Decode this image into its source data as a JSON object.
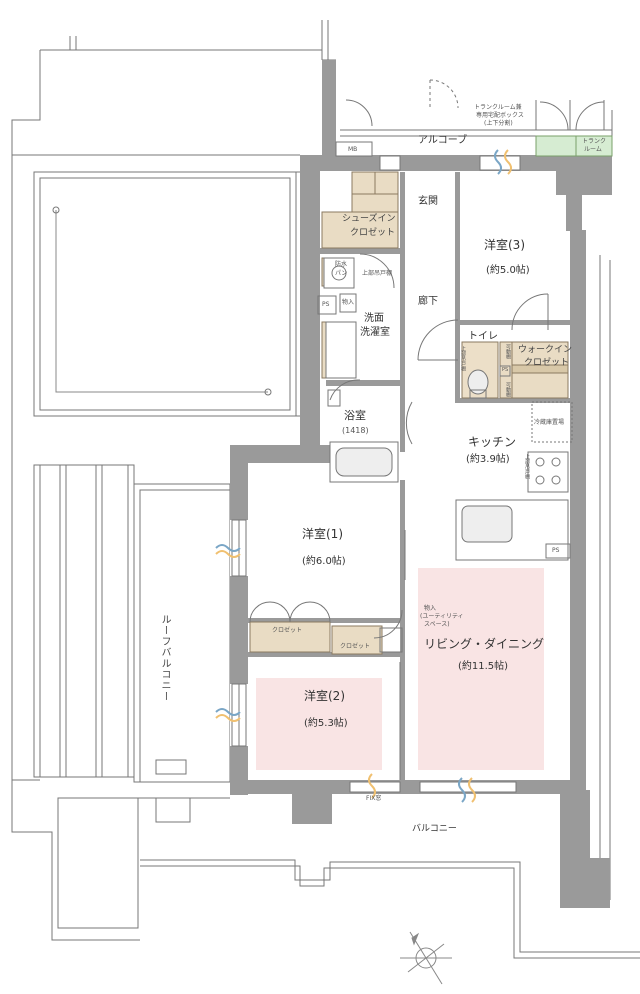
{
  "rooms": {
    "western3": {
      "name": "洋室(3)",
      "size": "(約5.0帖)"
    },
    "western1": {
      "name": "洋室(1)",
      "size": "(約6.0帖)"
    },
    "western2": {
      "name": "洋室(2)",
      "size": "(約5.3帖)"
    },
    "living": {
      "name": "リビング・ダイニング",
      "size": "(約11.5帖)"
    },
    "kitchen": {
      "name": "キッチン",
      "size": "(約3.9帖)"
    },
    "bath": {
      "name": "浴室",
      "size": "(1418)"
    },
    "washroom": {
      "line1": "洗面",
      "line2": "洗濯室"
    },
    "shoe_closet": {
      "line1": "シューズイン",
      "line2": "クロゼット"
    },
    "walkin_closet": {
      "line1": "ウォークイン",
      "line2": "クロゼット"
    },
    "toilet": "トイレ",
    "entrance": "玄関",
    "hallway": "廊下",
    "alcove": "アルコーブ"
  },
  "labels": {
    "mb": "MB",
    "trunk_room_note": [
      "トランクルーム兼",
      "専用宅配ボックス",
      "(上下分割)"
    ],
    "trunk_room": [
      "トランク",
      "ルーム"
    ],
    "waterproof_pan": [
      "防水",
      "パン"
    ],
    "upper_cabinet": "上部吊戸棚",
    "ps": "PS",
    "storage": "物入",
    "closet": "クロゼット",
    "movable_shelf": "可動棚",
    "fridge_space": "冷蔵庫置場",
    "storage_utility": [
      "物入",
      "(ユーティリティ",
      "スペース)"
    ],
    "fix_window": "FIX窓",
    "balcony": "バルコニー",
    "roof_balcony": "ルーフバルコニー"
  }
}
